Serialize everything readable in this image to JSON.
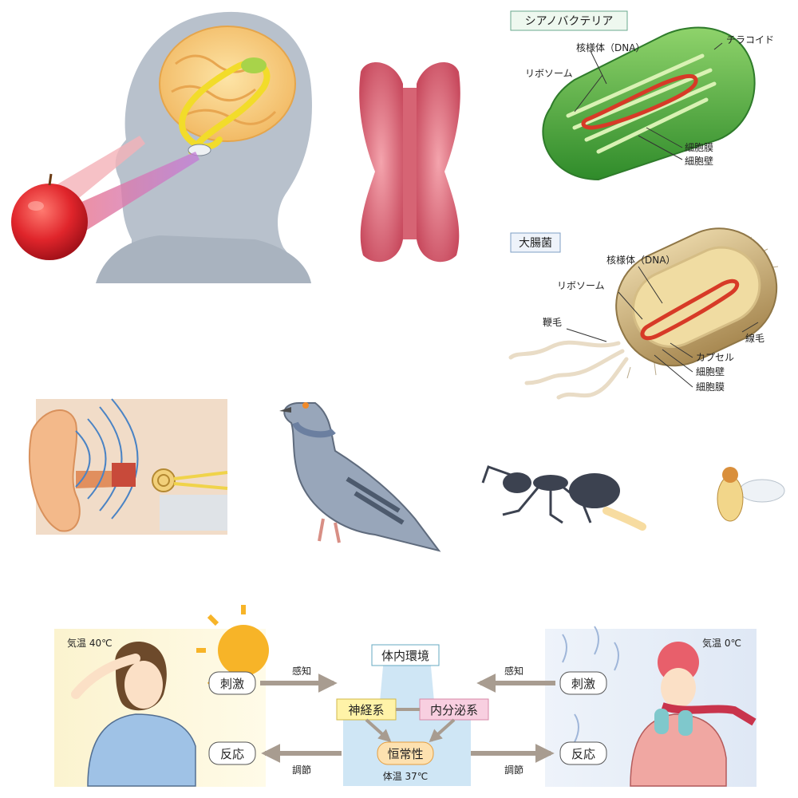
{
  "colors": {
    "hot_bg": "#fbf3cf",
    "cold_bg": "#e3ebf6",
    "arrow": "#a89c90",
    "nervous_box": "#fff3a8",
    "endocrine_box": "#f8cfe0",
    "homeostasis_box": "#fde1b0",
    "body_silhouette": "#cfe6f5"
  },
  "cyanobacteria": {
    "title": "シアノバクテリア",
    "labels": {
      "nucleoid": "核様体（DNA）",
      "thylakoid": "チラコイド",
      "ribosome": "リボソーム",
      "cell_membrane": "細胞膜",
      "cell_wall": "細胞壁"
    }
  },
  "ecoli": {
    "title": "大腸菌",
    "labels": {
      "nucleoid": "核様体（DNA）",
      "ribosome": "リボソーム",
      "flagellum": "鞭毛",
      "pilus": "線毛",
      "capsule": "カプセル",
      "cell_wall": "細胞壁",
      "cell_membrane": "細胞膜"
    }
  },
  "homeostasis": {
    "hot_temp": "気温 40℃",
    "cold_temp": "気温 0℃",
    "internal_env": "体内環境",
    "nervous": "神経系",
    "endocrine": "内分泌系",
    "homeostasis": "恒常性",
    "body_temp": "体温 37℃",
    "stimulus_left": "刺激",
    "stimulus_right": "刺激",
    "response_left": "反応",
    "response_right": "反応",
    "sense_left": "感知",
    "sense_right": "感知",
    "regulate_left": "調節",
    "regulate_right": "調節"
  }
}
